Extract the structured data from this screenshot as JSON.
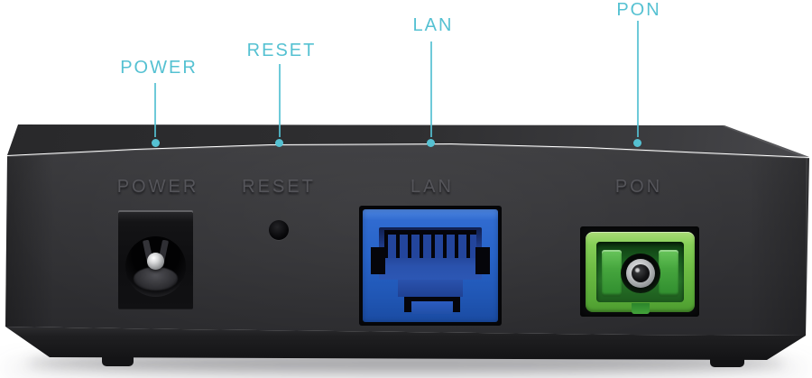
{
  "callouts": [
    {
      "id": "power",
      "label": "POWER"
    },
    {
      "id": "reset",
      "label": "RESET"
    },
    {
      "id": "lan",
      "label": "LAN"
    },
    {
      "id": "pon",
      "label": "PON"
    }
  ],
  "panel_labels": {
    "power": "POWER",
    "reset": "RESET",
    "lan": "LAN",
    "pon": "PON"
  },
  "colors": {
    "callout_accent": "#55c1d2",
    "lan_port_blue": "#2763c8",
    "pon_port_green": "#6cbb43",
    "device_body": "#2f2f32"
  }
}
